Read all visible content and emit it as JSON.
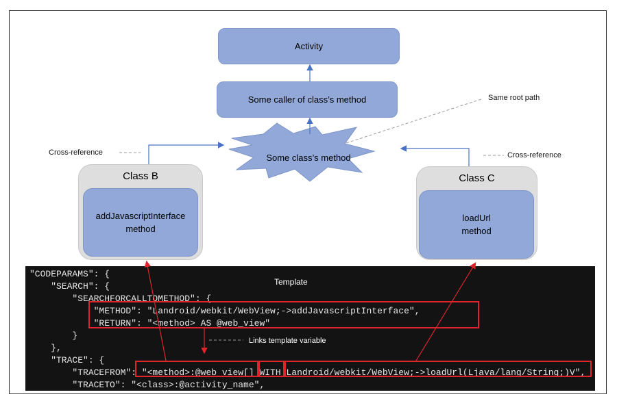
{
  "nodes": {
    "activity": "Activity",
    "caller": "Some caller of class’s method",
    "target": "Some class’s method",
    "class_b": {
      "title": "Class B",
      "line1": "addJavascriptInterface",
      "line2": "method"
    },
    "class_c": {
      "title": "Class C",
      "line1": "loadUrl",
      "line2": "method"
    }
  },
  "notes": {
    "same_root": "Same root path",
    "xref_left": "Cross-reference",
    "xref_right": "Cross-reference",
    "links": "Links template variable"
  },
  "code": {
    "label": "Template",
    "lines": [
      "\"CODEPARAMS\": {",
      "    \"SEARCH\": {",
      "        \"SEARCHFORCALLTOMETHOD\": {",
      "            \"METHOD\": \"Landroid/webkit/WebView;->addJavascriptInterface\",",
      "            \"RETURN\": \"<method> AS @web_view\"",
      "        }",
      "    },",
      "    \"TRACE\": {",
      "        \"TRACEFROM\": \"<method>:@web_view[] WITH Landroid/webkit/WebView;->loadUrl(Ljava/lang/String;)V\",",
      "        \"TRACETO\": \"<class>:@activity_name\","
    ]
  },
  "colors": {
    "box_fill": "#91a8d8",
    "outer_fill": "#dedede",
    "arrow": "#4a72c4",
    "highlight": "#e0242c",
    "code_bg": "#131313"
  }
}
